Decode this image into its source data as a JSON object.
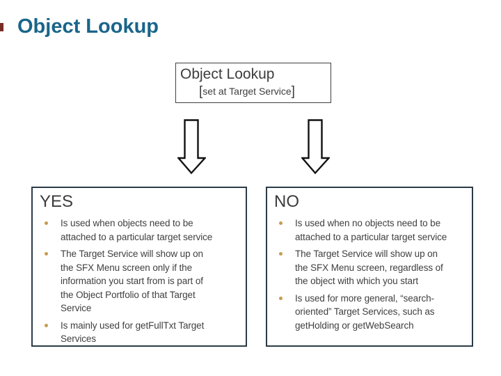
{
  "slide": {
    "title": "Object Lookup",
    "title_color": "#1a658a",
    "accent_square_color": "#7b2b25",
    "background_color": "#ffffff"
  },
  "top_box": {
    "line1": "Object Lookup",
    "bracket_open": "[",
    "line2": "set at Target Service",
    "bracket_close": "]",
    "border_color": "#3f3f3f",
    "text_color": "#3d3d3d"
  },
  "arrows": {
    "left_icon": "down-arrow",
    "right_icon": "down-arrow",
    "outline_color": "#111111",
    "fill_color": "#ffffff"
  },
  "yes_panel": {
    "title": "YES",
    "bullets": [
      "Is used when objects need to be\nattached to a particular target service",
      "The Target Service will show up on\nthe SFX Menu screen only if the\ninformation you start from is part of\nthe Object Portfolio of that Target\nService",
      "Is mainly used for getFullTxt Target\nServices"
    ]
  },
  "no_panel": {
    "title": "NO",
    "bullets": [
      "Is used when no objects need to be\nattached to a particular target service",
      "The Target Service will show up on\nthe SFX Menu screen, regardless of\nthe object with which you start",
      "Is used for more general, “search-\noriented” Target Services, such as\ngetHolding or getWebSearch"
    ]
  },
  "colors": {
    "panel_border": "#2c3b45",
    "bullet_dot": "#c69c4e",
    "body_text": "#3f3f3f"
  }
}
